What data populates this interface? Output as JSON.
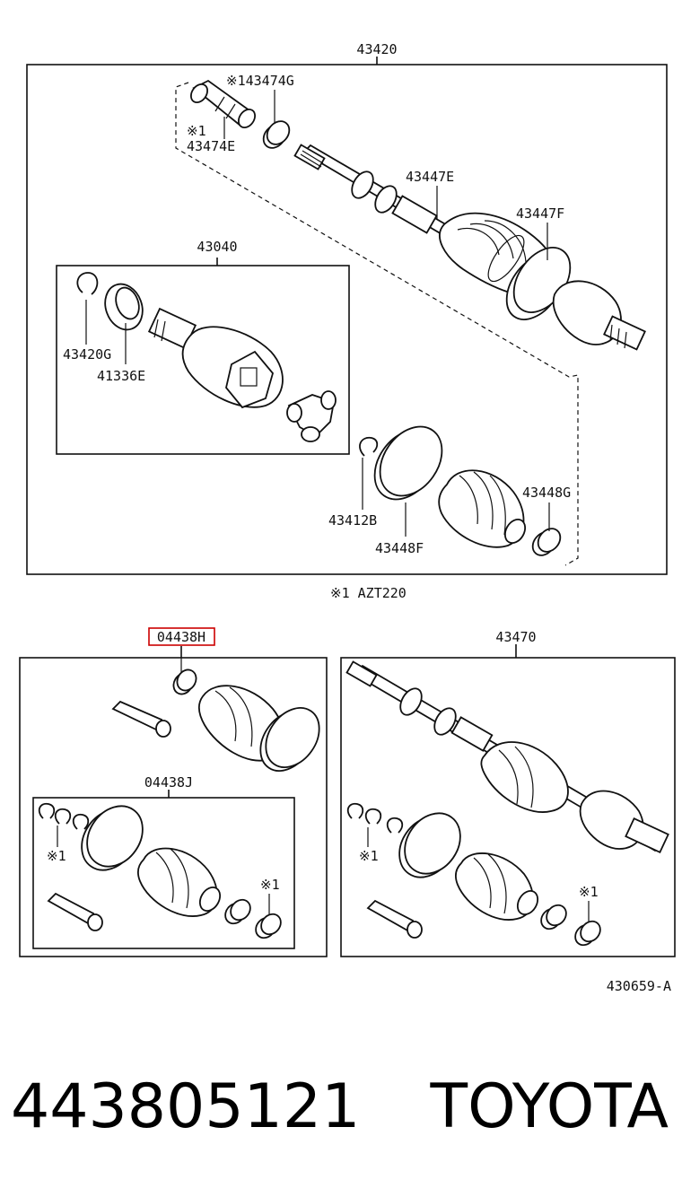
{
  "labels": {
    "top_assembly": "43420",
    "inner_joint_assembly": "43040",
    "p_43474G": "※143474G",
    "p_43474E_note": "※1",
    "p_43474E": "43474E",
    "p_43447E": "43447E",
    "p_43447F": "43447F",
    "p_43420G": "43420G",
    "p_41336E": "41336E",
    "p_43412B": "43412B",
    "p_43448G": "43448G",
    "p_43448F": "43448F",
    "note_1": "※1  AZT220",
    "boot_kit_highlighted": "04438H",
    "boot_kit_inner": "04438J",
    "note_left_ring": "※1",
    "note_left_clamp": "※1",
    "right_assembly": "43470",
    "note_right_ring": "※1",
    "note_right_clamp": "※1",
    "figure_code": "430659-A"
  },
  "footer": {
    "part_number": "443805121",
    "brand": "TOYOTA"
  },
  "colors": {
    "line": "#111111",
    "highlight": "#cc0000"
  }
}
